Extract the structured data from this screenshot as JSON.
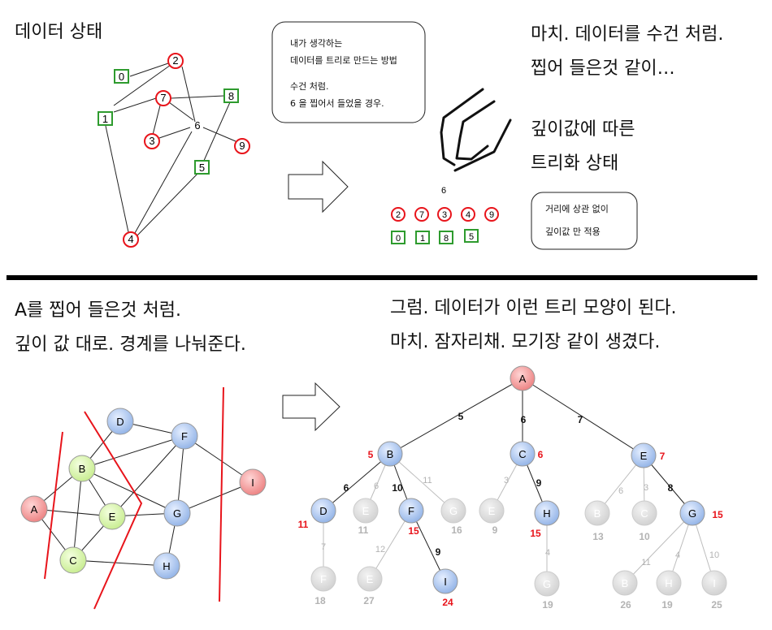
{
  "top": {
    "title": "데이터 상태",
    "right_text_1": "마치. 데이터를 수건 처럼.",
    "right_text_2": "찝어 들은것 같이…",
    "right_text_3": "깊이값에 따른",
    "right_text_4": "트리화 상태",
    "note_box": {
      "line1": "내가 생각하는",
      "line2": "데이터를 트리로 만드는 방법",
      "line3": "수건 처럼.",
      "line4": "6 을 찝어서 들었을 경우."
    },
    "note_box2": {
      "line1": "거리에 상관 없이",
      "line2": "깊이값 만 적용"
    },
    "graph_nodes": [
      {
        "id": "2",
        "kind": "circle"
      },
      {
        "id": "0",
        "kind": "square"
      },
      {
        "id": "7",
        "kind": "circle"
      },
      {
        "id": "8",
        "kind": "square"
      },
      {
        "id": "1",
        "kind": "square"
      },
      {
        "id": "6",
        "kind": "plain"
      },
      {
        "id": "3",
        "kind": "circle"
      },
      {
        "id": "9",
        "kind": "circle"
      },
      {
        "id": "5",
        "kind": "square"
      },
      {
        "id": "4",
        "kind": "circle"
      }
    ],
    "tree_root": "6",
    "tree_row1": [
      "2",
      "7",
      "3",
      "4",
      "9"
    ],
    "tree_row2": [
      "0",
      "1",
      "8",
      "5"
    ]
  },
  "bottom": {
    "left_text_1": "A를 찝어 들은것 처럼.",
    "left_text_2": "깊이 값 대로. 경계를 나눠준다.",
    "right_text_1": "그럼. 데이터가 이런 트리 모양이 된다.",
    "right_text_2": "마치. 잠자리채. 모기장 같이 생겼다.",
    "graph_nodes": [
      "A",
      "B",
      "C",
      "D",
      "E",
      "F",
      "G",
      "H",
      "I"
    ],
    "tree": {
      "root": "A",
      "level1": [
        {
          "node": "B",
          "edge": "5",
          "depth": "5"
        },
        {
          "node": "C",
          "edge": "6",
          "depth": "6"
        },
        {
          "node": "E",
          "edge": "7",
          "depth": "7"
        }
      ],
      "level2": [
        {
          "node": "D",
          "edge": "6",
          "depth": "11",
          "active": true
        },
        {
          "node": "E",
          "edge": "6",
          "depth": "11",
          "active": false
        },
        {
          "node": "F",
          "edge": "10",
          "depth": "15",
          "active": true
        },
        {
          "node": "G",
          "edge": "11",
          "depth": "16",
          "active": false
        },
        {
          "node": "E",
          "edge": "3",
          "depth": "9",
          "active": false
        },
        {
          "node": "H",
          "edge": "9",
          "depth": "15",
          "active": true
        },
        {
          "node": "B",
          "edge": "6",
          "depth": "13",
          "active": false
        },
        {
          "node": "C",
          "edge": "3",
          "depth": "10",
          "active": false
        },
        {
          "node": "G",
          "edge": "8",
          "depth": "15",
          "active": true
        }
      ],
      "level3": [
        {
          "node": "F",
          "edge": "7",
          "depth": "18",
          "active": false
        },
        {
          "node": "E",
          "edge": "12",
          "depth": "27",
          "active": false
        },
        {
          "node": "I",
          "edge": "9",
          "depth": "24",
          "active": true
        },
        {
          "node": "G",
          "edge": "4",
          "depth": "19",
          "active": false
        },
        {
          "node": "B",
          "edge": "11",
          "depth": "26",
          "active": false
        },
        {
          "node": "H",
          "edge": "4",
          "depth": "19",
          "active": false
        },
        {
          "node": "I",
          "edge": "10",
          "depth": "25",
          "active": false
        }
      ]
    }
  },
  "colors": {
    "red": "#e8141b",
    "green": "#2e9b2e",
    "blue_fill": "#a9c4ee",
    "pink_fill": "#f19a9a",
    "lightgreen_fill": "#d4f3a4",
    "gray_fill": "#dcdcdc",
    "gray_text": "#b3b3b3"
  }
}
